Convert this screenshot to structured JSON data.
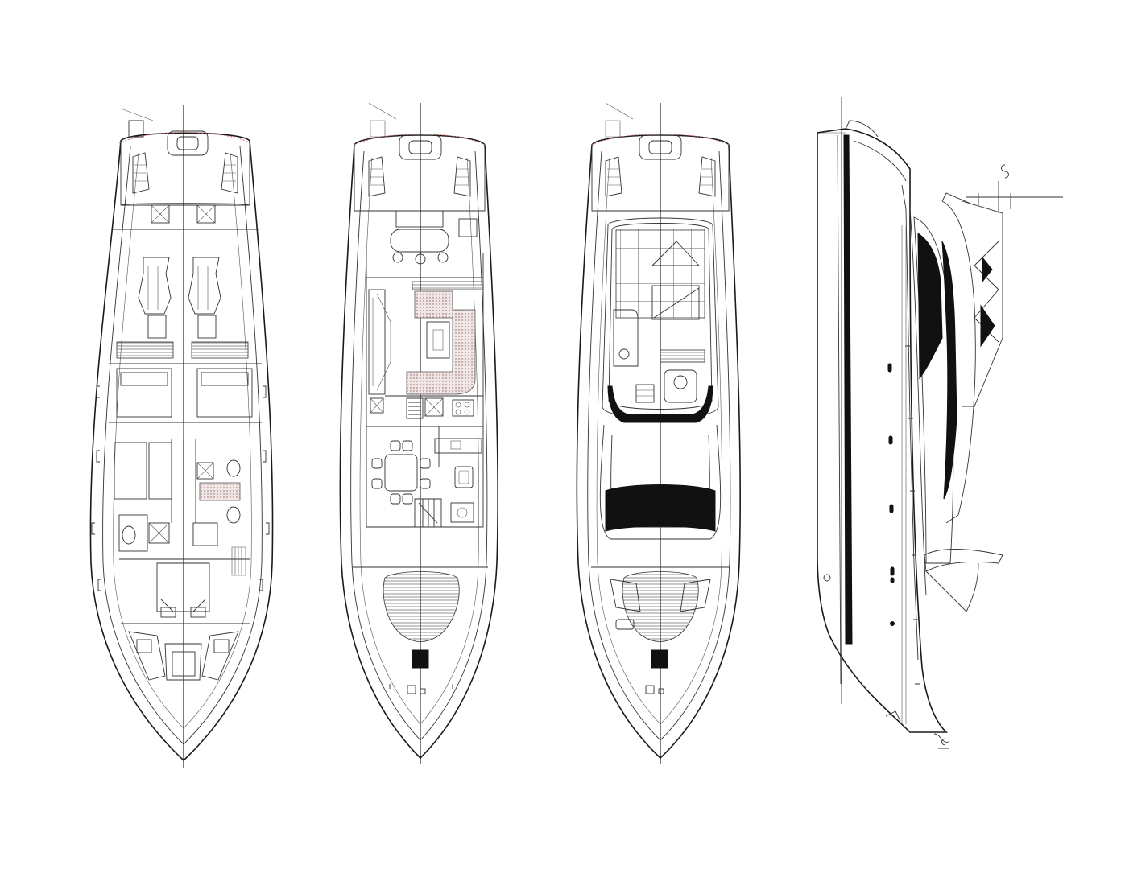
{
  "drawings": [
    {
      "id": "lower-deck-plan",
      "view": "plan"
    },
    {
      "id": "main-deck-plan",
      "view": "plan"
    },
    {
      "id": "flybridge-plan",
      "view": "plan"
    },
    {
      "id": "side-profile",
      "view": "profile"
    }
  ],
  "colors": {
    "line": "#1a1a1a",
    "accent": "#d46a6a",
    "fill": "#111111",
    "background": "#ffffff"
  }
}
